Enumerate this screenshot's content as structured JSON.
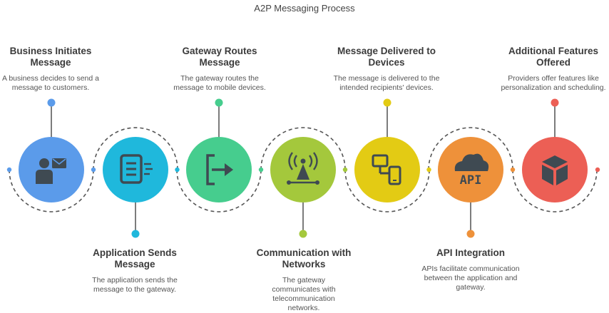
{
  "title": "A2P Messaging Process",
  "steps": [
    {
      "title": "Business Initiates Message",
      "desc": "A business decides to send a message to customers.",
      "color": "#5b9bea",
      "icon": "business-person-message-icon"
    },
    {
      "title": "Application Sends Message",
      "desc": "The application sends the message to the gateway.",
      "color": "#1fb8dc",
      "icon": "application-send-icon"
    },
    {
      "title": "Gateway Routes Message",
      "desc": "The gateway routes the message to mobile devices.",
      "color": "#46cd8e",
      "icon": "gateway-route-icon"
    },
    {
      "title": "Communication with Networks",
      "desc": "The gateway communicates with telecommunication networks.",
      "color": "#a4c83c",
      "icon": "network-antenna-icon"
    },
    {
      "title": "Message Delivered to Devices",
      "desc": "The message is delivered to the intended recipients' devices.",
      "color": "#e3cb14",
      "icon": "devices-icon"
    },
    {
      "title": "API Integration",
      "desc": "APIs facilitate communication between the application and gateway.",
      "color": "#ee913a",
      "icon": "api-cloud-icon",
      "api_text": "API"
    },
    {
      "title": "Additional Features Offered",
      "desc": "Providers offer features like personalization and scheduling.",
      "color": "#ec5f55",
      "icon": "box-icon"
    }
  ]
}
